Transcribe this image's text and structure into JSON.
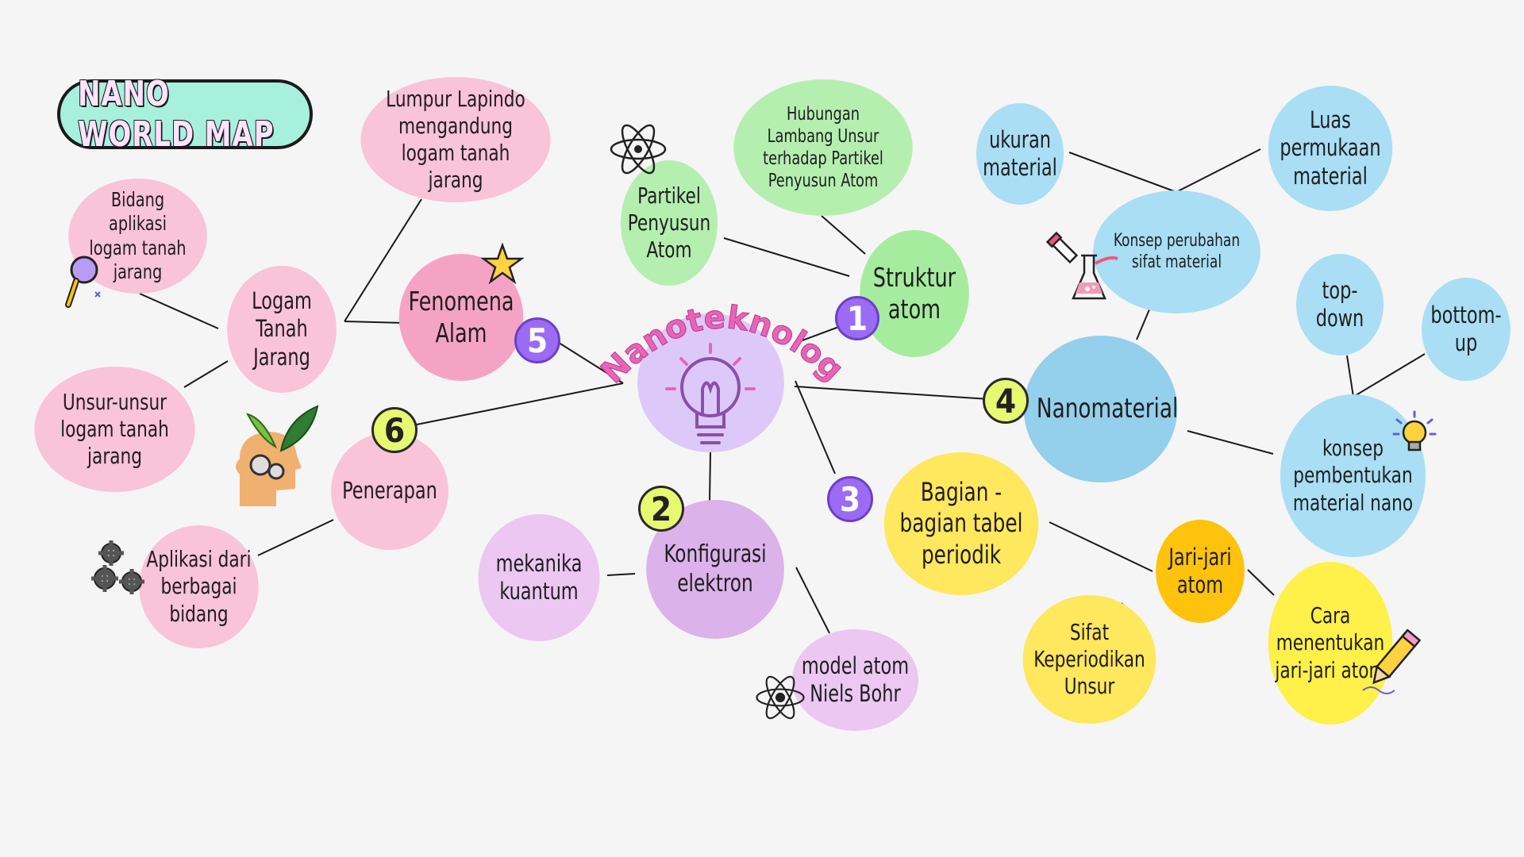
{
  "title": "NANO WORLD MAP",
  "center": "Nanoteknologi",
  "badges": {
    "b1": "1",
    "b2": "2",
    "b3": "3",
    "b4": "4",
    "b5": "5",
    "b6": "6"
  },
  "nodes": {
    "struktur_atom": "Struktur atom",
    "partikel_penyusun": "Partikel Penyusun Atom",
    "hubungan_lambang": "Hubungan Lambang Unsur terhadap Partikel Penyusun Atom",
    "konfigurasi": "Konfigurasi elektron",
    "mekanika": "mekanika kuantum",
    "model_bohr": "model atom Niels Bohr",
    "bagian_tabel": "Bagian - bagian tabel periodik",
    "jari_jari": "Jari-jari atom",
    "sifat_keperiodikan": "Sifat Keperiodikan Unsur",
    "cara_menentukan": "Cara menentukan jari-jari atom",
    "nanomaterial": "Nanomaterial",
    "konsep_perubahan": "Konsep perubahan sifat material",
    "ukuran_material": "ukuran material",
    "luas_permukaan": "Luas permukaan material",
    "konsep_pembentukan": "konsep pembentukan material nano",
    "top_down": "top-down",
    "bottom_up": "bottom-up",
    "fenomena": "Fenomena Alam",
    "logam_tanah": "Logam Tanah Jarang",
    "lumpur": "Lumpur Lapindo mengandung logam tanah jarang",
    "bidang_aplikasi": "Bidang aplikasi logam tanah jarang",
    "unsur_unsur": "Unsur-unsur logam tanah jarang",
    "penerapan": "Penerapan",
    "aplikasi": "Aplikasi dari berbagai bidang"
  },
  "colors": {
    "pink": "#f9c3d8",
    "green": "#b5efb0",
    "blue": "#a9def4",
    "yellow": "#ffe75e",
    "amber": "#ffc20d",
    "violet": "#ebc7f2",
    "lavender": "#dcc9fa",
    "center_text": "#e864b8"
  },
  "icons": [
    "atom-icon",
    "star-icon",
    "magnifier-icon",
    "leaves-head-icon",
    "gears-icon",
    "lab-flask-icon",
    "lightbulb-icon",
    "pencil-icon",
    "atom-icon-2"
  ]
}
